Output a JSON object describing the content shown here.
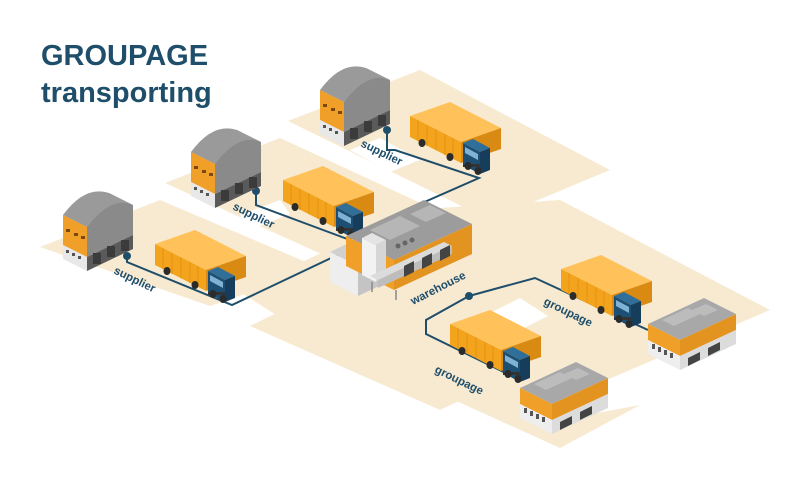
{
  "title": {
    "line1": "GROUPAGE",
    "line2": "transporting"
  },
  "labels": {
    "supplier_top": "supplier",
    "supplier_middle": "supplier",
    "supplier_left": "supplier",
    "warehouse": "warehouse",
    "groupage_upper": "groupage",
    "groupage_lower": "groupage"
  },
  "colors": {
    "ground": "#f7ead0",
    "route": "#1f4e6b",
    "title": "#1f4e6b",
    "truck_cargo": "#f4a31c",
    "truck_cab": "#1c4f73",
    "building_wall": "#f0a028",
    "building_roof": "#9a9a9a"
  },
  "icons": {
    "truck": "truck-icon",
    "supplier_building": "supplier-warehouse-icon",
    "central_warehouse": "warehouse-icon",
    "customer_building": "customer-building-icon"
  }
}
